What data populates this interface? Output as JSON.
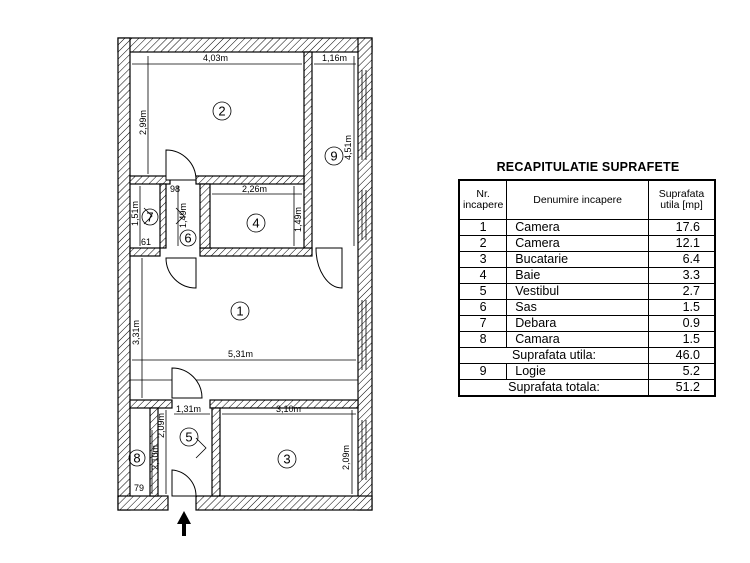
{
  "floor_plan": {
    "dimensions": [
      "4,03m",
      "1,16m",
      "2,99m",
      "4,51m",
      "2,26m",
      "1,49m",
      "1,49m",
      "1,51m",
      "3,31m",
      "5,31m",
      "1,31m",
      "3,10m",
      "2,09m",
      "2,09m",
      "2,10m"
    ],
    "small_labels": [
      "98",
      "61",
      "79"
    ],
    "room_numbers": [
      "1",
      "2",
      "3",
      "4",
      "5",
      "6",
      "7",
      "8",
      "9"
    ]
  },
  "summary": {
    "title": "RECAPITULATIE SUPRAFETE",
    "headers": {
      "nr": [
        "Nr.",
        "incapere"
      ],
      "name": "Denumire incapere",
      "area": [
        "Suprafata",
        "utila [mp]"
      ]
    },
    "rooms": [
      {
        "nr": "1",
        "name": "Camera",
        "area": "17.6"
      },
      {
        "nr": "2",
        "name": "Camera",
        "area": "12.1"
      },
      {
        "nr": "3",
        "name": "Bucatarie",
        "area": "6.4"
      },
      {
        "nr": "4",
        "name": "Baie",
        "area": "3.3"
      },
      {
        "nr": "5",
        "name": "Vestibul",
        "area": "2.7"
      },
      {
        "nr": "6",
        "name": "Sas",
        "area": "1.5"
      },
      {
        "nr": "7",
        "name": "Debara",
        "area": "0.9"
      },
      {
        "nr": "8",
        "name": "Camara",
        "area": "1.5"
      }
    ],
    "useful_label": "Suprafata utila:",
    "useful_value": "46.0",
    "loggia": {
      "nr": "9",
      "name": "Logie",
      "area": "5.2"
    },
    "total_label": "Suprafata totala:",
    "total_value": "51.2"
  }
}
